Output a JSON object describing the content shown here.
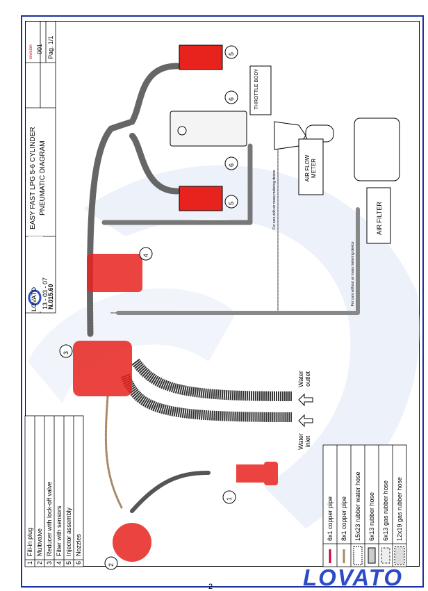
{
  "title_block": {
    "brand": "LOVATO",
    "title_line1": "EASY FAST LPG 5-6 CYLINDER",
    "title_line2": "PNEUMATIC DIAGRAM",
    "date": "13 - 03 - 07",
    "code": "N.015.60",
    "revision_label": "revision",
    "revision": "001",
    "page": "Pag. 1/1"
  },
  "parts_list": [
    {
      "num": "1",
      "label": "Fill-in plug"
    },
    {
      "num": "2",
      "label": "Multivalve"
    },
    {
      "num": "3",
      "label": "Reducer with lock-off valve"
    },
    {
      "num": "4",
      "label": "Filter with sensors"
    },
    {
      "num": "5",
      "label": "Injector assembly"
    },
    {
      "num": "6",
      "label": "Nozzles"
    }
  ],
  "hose_legend": [
    {
      "label": "6x1 copper pipe"
    },
    {
      "label": "8x1 copper pipe"
    },
    {
      "label": "15x23 rubber water hose"
    },
    {
      "label": "6x13 rubber hose"
    },
    {
      "label": "6x13 gas rubber hose"
    },
    {
      "label": "12x19 gas rubber hose"
    }
  ],
  "labels": {
    "throttle_body": "THROTTLE BODY",
    "air_flow_meter": "AIR FLOW METER",
    "air_filter": "AIR FILTER",
    "water_inlet": "Water inlet",
    "water_outlet": "Water outlet",
    "note_with_meter": "For cars with air mass metering device",
    "note_without_meter": "For cars without air mass metering device"
  },
  "callouts": [
    "1",
    "2",
    "3",
    "4",
    "5",
    "5",
    "6",
    "6"
  ],
  "footer": {
    "brand": "LOVATO",
    "page_number": "2"
  },
  "colors": {
    "frame": "#1a2fa0",
    "brand": "#2c4bc7",
    "components": "#e8231e",
    "watermark": "#dfe6f6"
  }
}
